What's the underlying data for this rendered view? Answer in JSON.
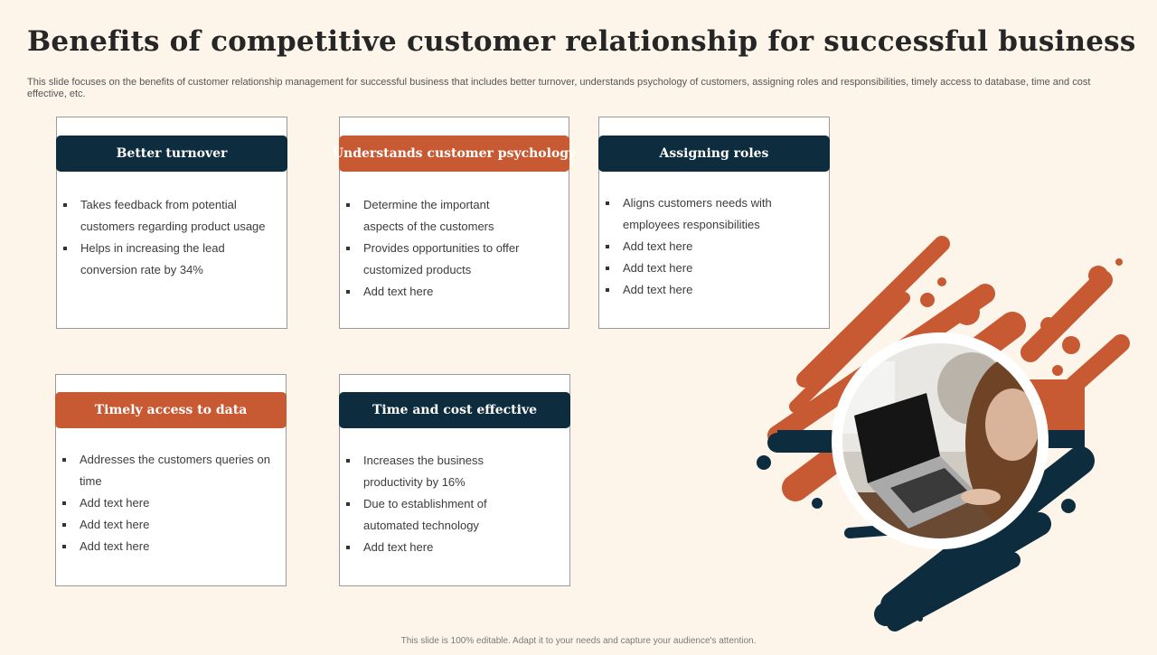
{
  "title": "Benefits of competitive customer relationship for successful business",
  "subtitle": "This slide focuses on the benefits of customer relationship management for successful business that includes better turnover, understands psychology of customers, assigning roles and responsibilities, timely access to database, time and cost effective, etc.",
  "cards": [
    {
      "heading": "Better turnover",
      "bullets": [
        "Takes feedback from potential customers regarding product usage",
        "Helps in increasing the lead conversion rate by 34%"
      ]
    },
    {
      "heading": "Understands customer psychology",
      "bullets": [
        "Determine the important aspects of the customers",
        "Provides opportunities to offer customized products",
        "Add text here"
      ]
    },
    {
      "heading": "Assigning roles",
      "bullets": [
        "Aligns customers needs with employees responsibilities",
        "Add text here",
        "Add text here",
        "Add text here"
      ]
    },
    {
      "heading": "Timely access to data",
      "bullets": [
        "Addresses the customers queries on time",
        "Add text here",
        "Add text here",
        "Add text here"
      ]
    },
    {
      "heading": "Time and cost effective",
      "bullets": [
        "Increases the business productivity by 16%",
        "Due to establishment of automated technology",
        "Add text here"
      ]
    }
  ],
  "footer": "This slide is 100% editable. Adapt it to your needs and capture your audience's attention.",
  "colors": {
    "navy": "#0d2c3e",
    "orange": "#c85a33",
    "background": "#fdf5ea"
  },
  "image": {
    "icon": "laptop-photo",
    "description_visible": false
  }
}
